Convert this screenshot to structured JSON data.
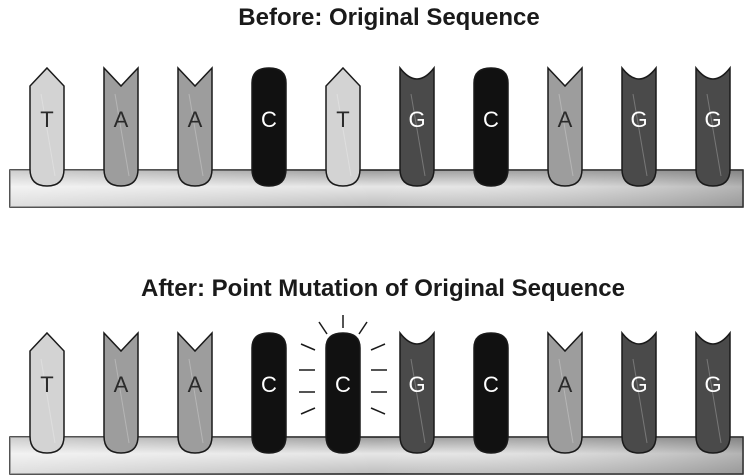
{
  "panels": [
    {
      "title": "Before: Original Sequence",
      "bases": [
        "T",
        "A",
        "A",
        "C",
        "T",
        "G",
        "C",
        "A",
        "G",
        "G"
      ],
      "mutated_index": null
    },
    {
      "title": "After: Point Mutation of Original Sequence",
      "bases": [
        "T",
        "A",
        "A",
        "C",
        "C",
        "G",
        "C",
        "A",
        "G",
        "G"
      ],
      "mutated_index": 4
    }
  ],
  "base_styles": {
    "T": {
      "shape": "pointed",
      "fill": "#d3d3d3",
      "text": "#2a2a2a"
    },
    "A": {
      "shape": "notched",
      "fill": "#9d9d9d",
      "text": "#2a2a2a"
    },
    "C": {
      "shape": "rounded",
      "fill": "#111111",
      "text": "#ffffff"
    },
    "G": {
      "shape": "concave",
      "fill": "#4a4a4a",
      "text": "#ffffff"
    }
  },
  "colors": {
    "backbone_light": "#f2f2f2",
    "backbone_dark": "#8f8f8f",
    "outline": "#1a1a1a"
  }
}
